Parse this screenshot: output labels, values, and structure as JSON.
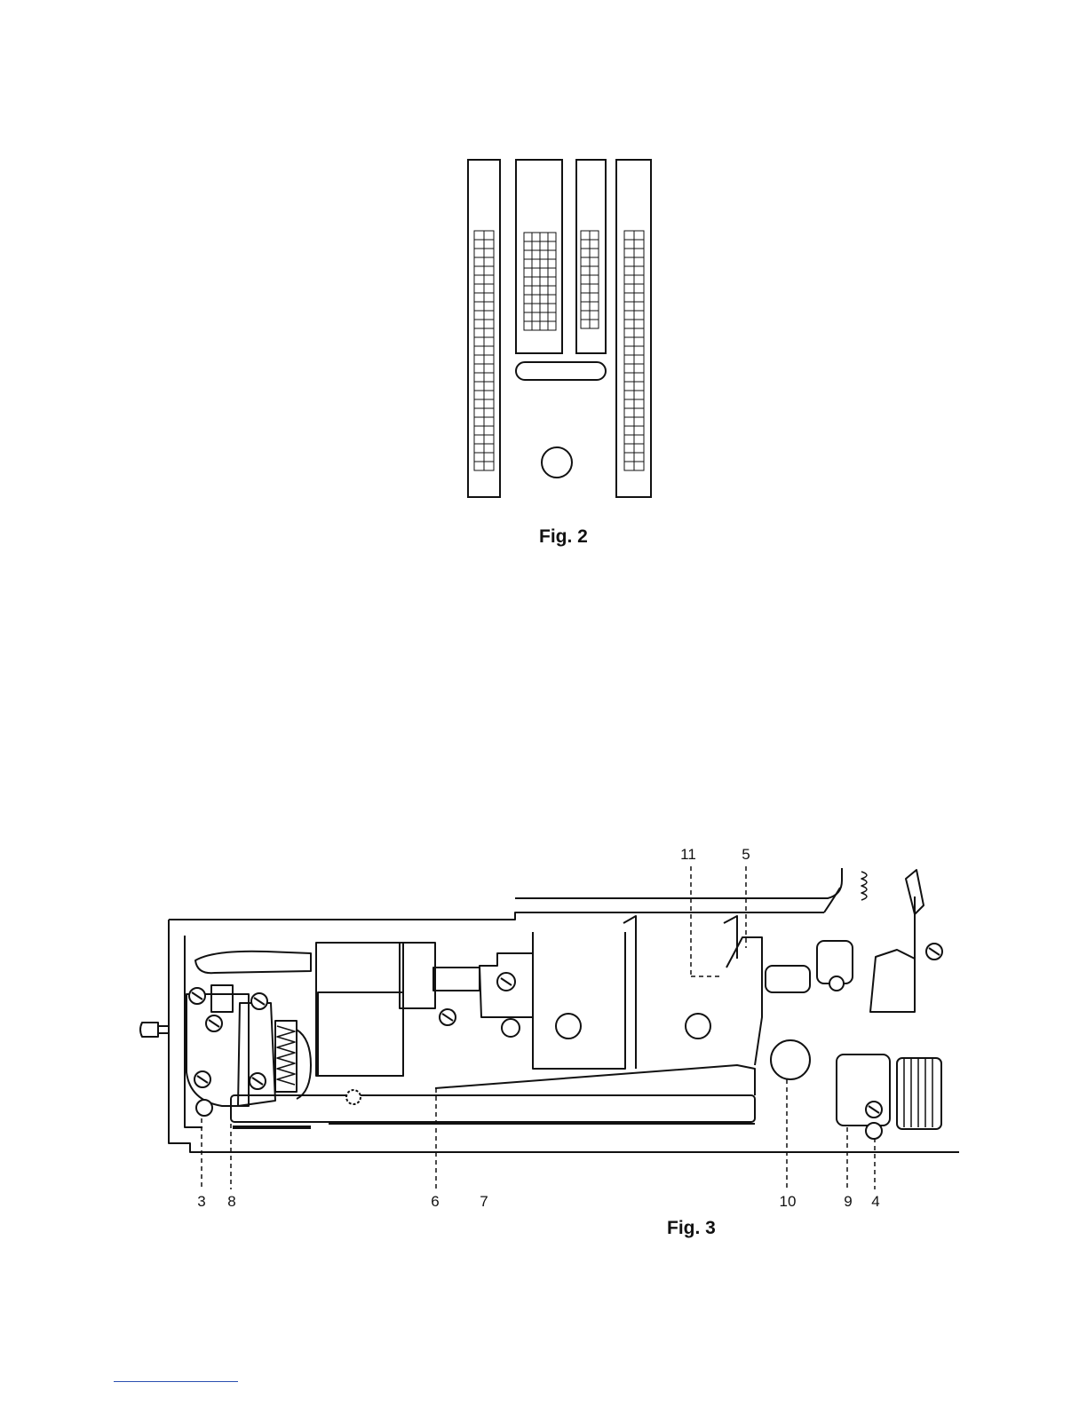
{
  "fig2": {
    "caption": "Fig. 2"
  },
  "fig3": {
    "caption": "Fig. 3",
    "callouts_top": [
      "11",
      "5"
    ],
    "callouts_bottom": [
      "3",
      "8",
      "6",
      "7",
      "10",
      "9",
      "4"
    ]
  },
  "colors": {
    "ink": "#111111",
    "paper": "#ffffff",
    "footer_rule": "#2a4fb0"
  }
}
